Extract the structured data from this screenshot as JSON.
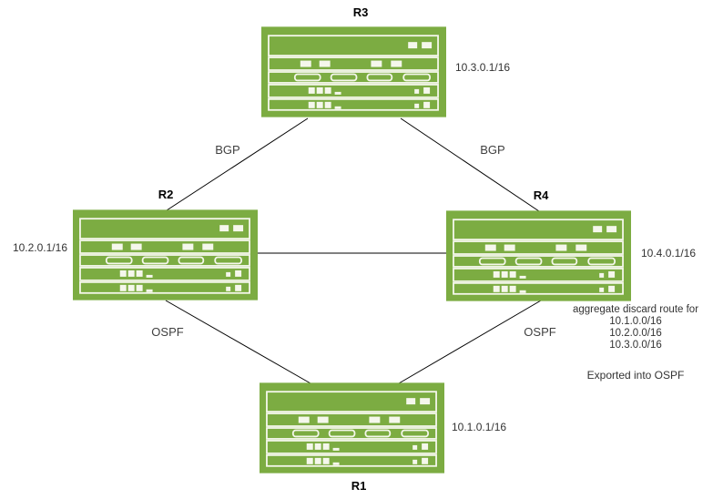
{
  "diagram": {
    "nodes": [
      {
        "id": "R1",
        "label": "R1",
        "ip": "10.1.0.1/16"
      },
      {
        "id": "R2",
        "label": "R2",
        "ip": "10.2.0.1/16"
      },
      {
        "id": "R3",
        "label": "R3",
        "ip": "10.3.0.1/16"
      },
      {
        "id": "R4",
        "label": "R4",
        "ip": "10.4.0.1/16"
      }
    ],
    "edges": [
      {
        "from": "R3",
        "to": "R2",
        "label": "BGP"
      },
      {
        "from": "R3",
        "to": "R4",
        "label": "BGP"
      },
      {
        "from": "R2",
        "to": "R4",
        "label": ""
      },
      {
        "from": "R2",
        "to": "R1",
        "label": "OSPF"
      },
      {
        "from": "R4",
        "to": "R1",
        "label": "OSPF"
      }
    ],
    "annotation": {
      "title": "aggregate discard route for",
      "routes": [
        "10.1.0.0/16",
        "10.2.0.0/16",
        "10.3.0.0/16"
      ],
      "footer": "Exported into OSPF"
    },
    "colors": {
      "router_fill": "#7CAC42",
      "router_detail": "#F5F7EC",
      "edge": "#000000",
      "text": "#333333"
    }
  }
}
